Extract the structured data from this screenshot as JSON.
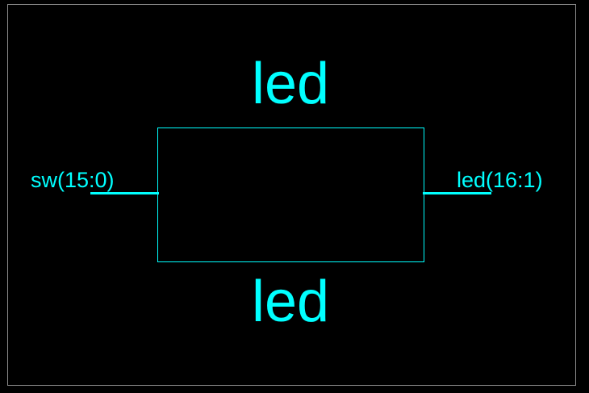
{
  "diagram": {
    "block": {
      "instance_name": "led",
      "module_name": "led"
    },
    "ports": {
      "input": {
        "label": "sw(15:0)"
      },
      "output": {
        "label": "led(16:1)"
      }
    },
    "colors": {
      "background": "#000000",
      "wire_and_text": "#00ffff",
      "frame": "#8c8c8c"
    }
  }
}
